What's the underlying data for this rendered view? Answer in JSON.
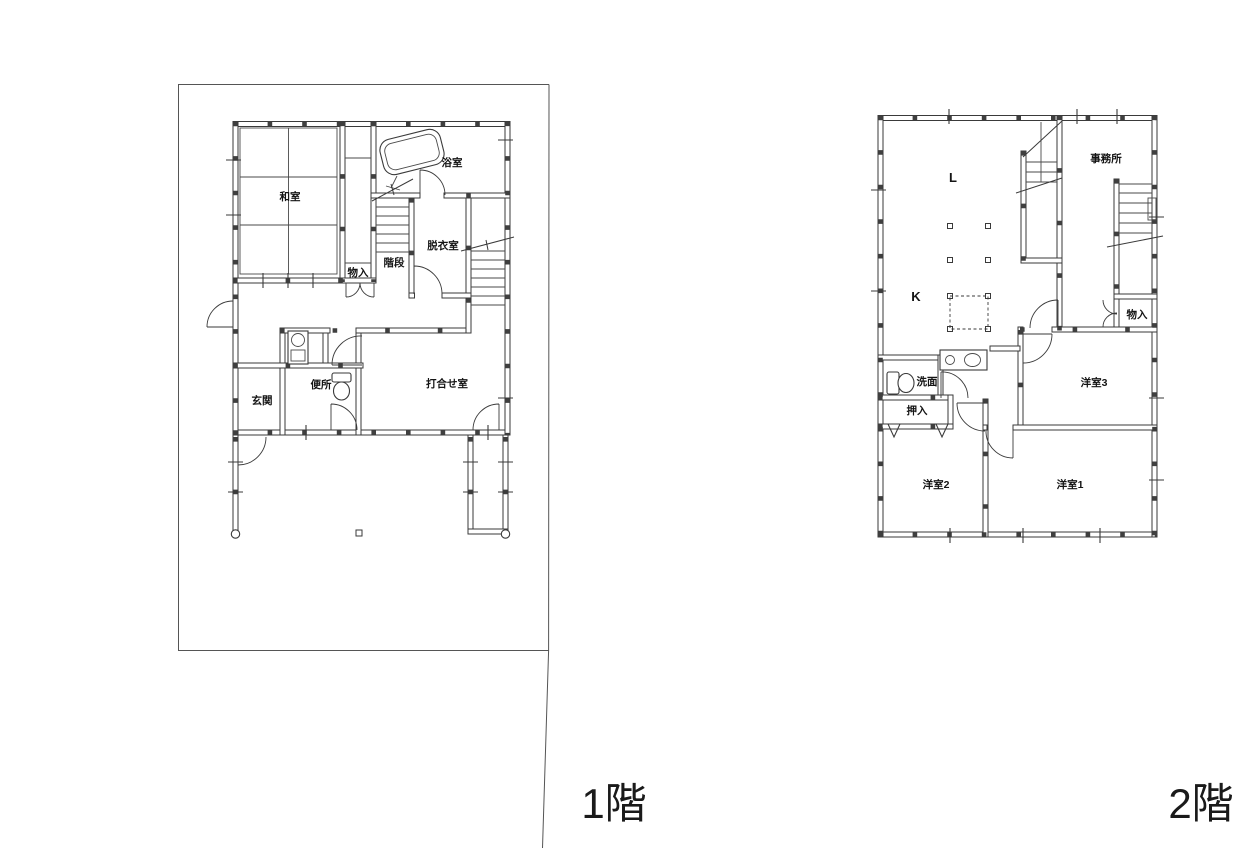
{
  "floor1": {
    "title": "1階",
    "rooms": {
      "washitsu": "和室",
      "yokushitsu": "浴室",
      "datsuishitsu": "脱衣室",
      "kaidan": "階段",
      "monoire": "物入",
      "genkan": "玄関",
      "benjo": "便所",
      "uchiawase": "打合せ室"
    }
  },
  "floor2": {
    "title": "2階",
    "rooms": {
      "living": "L",
      "kitchen": "K",
      "jimusho": "事務所",
      "monoire": "物入",
      "senmen": "洗面",
      "oshiire": "押入",
      "yoshitsu3": "洋室3",
      "yoshitsu2": "洋室2",
      "yoshitsu1": "洋室1"
    }
  },
  "colors": {
    "line": "#3a3a3a",
    "background": "#ffffff"
  }
}
